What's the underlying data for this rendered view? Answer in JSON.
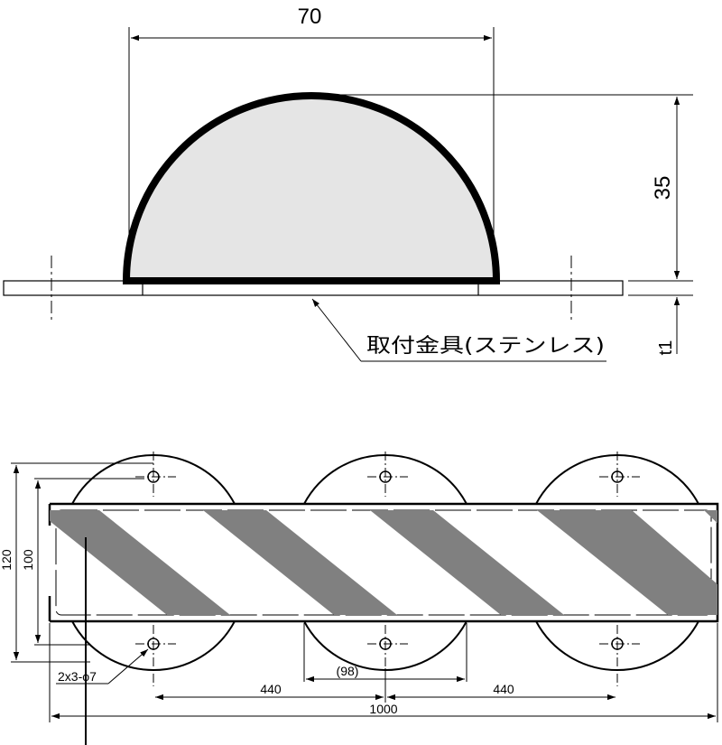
{
  "section_view": {
    "width_label": "70",
    "height_label": "35",
    "thickness_label": "t1",
    "bracket_label": "取付金具(ステンレス)"
  },
  "plan_view": {
    "height_outer_label": "120",
    "height_inner_label": "100",
    "hole_label": "2x3-ϕ7",
    "pitch_left_label": "440",
    "gap_label": "(98)",
    "pitch_right_label": "440",
    "length_label": "1000"
  },
  "colors": {
    "line": "#000000",
    "dome_fill": "#e5e5e5",
    "stripe": "#808080",
    "background": "#ffffff"
  }
}
